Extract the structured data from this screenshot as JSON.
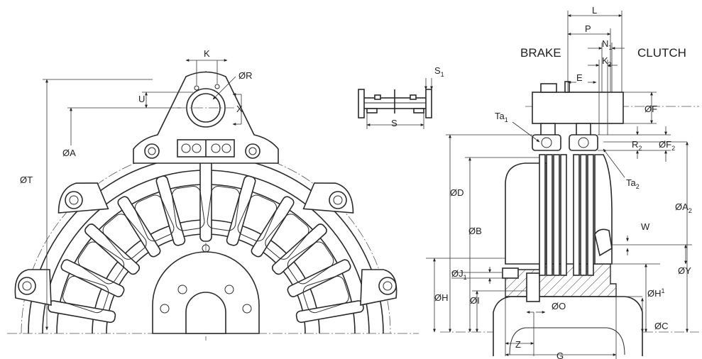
{
  "headings": {
    "brake": "BRAKE",
    "clutch": "CLUTCH"
  },
  "labels": {
    "K": "K",
    "R": "ØR",
    "U": "U",
    "X": "X",
    "A": "ØA",
    "T": "ØT",
    "S1": "S",
    "S1_sub": "1",
    "S": "S",
    "L": "L",
    "P": "P",
    "N1": "N",
    "N1_sub": "1",
    "K2": "K",
    "K2_sub": "2",
    "E": "E",
    "F": "ØF",
    "Ta1": "Ta",
    "Ta1_sub": "1",
    "R2": "R",
    "R2_sub": "2",
    "F2": "ØF",
    "F2_sub": "2",
    "Ta2": "Ta",
    "Ta2_sub": "2",
    "D": "ØD",
    "A2": "ØA",
    "A2_sub": "2",
    "B": "ØB",
    "W": "W",
    "Y": "ØY",
    "J1": "ØJ",
    "J1_sub": "1",
    "H": "ØH",
    "I": "ØI",
    "O": "ØO",
    "H1": "ØH",
    "H1_sup": "1",
    "C": "ØC",
    "Z": "Z",
    "G": "G"
  }
}
